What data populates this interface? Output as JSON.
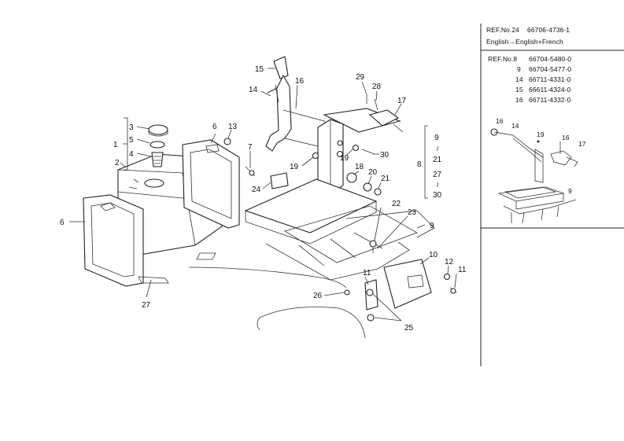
{
  "ref_table": {
    "header_ref": "REF.No.24",
    "header_part": "66706-4736-1",
    "language_note": "English→English+French",
    "rows": [
      {
        "ref": "REF.No.8",
        "part": "66704-5480-0"
      },
      {
        "ref": "9",
        "part": "66704-5477-0"
      },
      {
        "ref": "14",
        "part": "66711-4331-0"
      },
      {
        "ref": "15",
        "part": "66611-4324-0"
      },
      {
        "ref": "16",
        "part": "66711-4332-0"
      }
    ]
  },
  "inset_labels": [
    "16",
    "14",
    "19",
    "16",
    "17",
    "9"
  ],
  "callouts": [
    "1",
    "2",
    "3",
    "5",
    "4",
    "6",
    "6",
    "13",
    "7",
    "15",
    "14",
    "16",
    "29",
    "28",
    "17",
    "19",
    "19",
    "30",
    "18",
    "20",
    "21",
    "24",
    "22",
    "23",
    "9",
    "10",
    "12",
    "11",
    "11",
    "26",
    "25",
    "27"
  ],
  "group_8": {
    "label": "8",
    "items": [
      "9",
      "/",
      "21",
      "27",
      "/",
      "30"
    ]
  }
}
